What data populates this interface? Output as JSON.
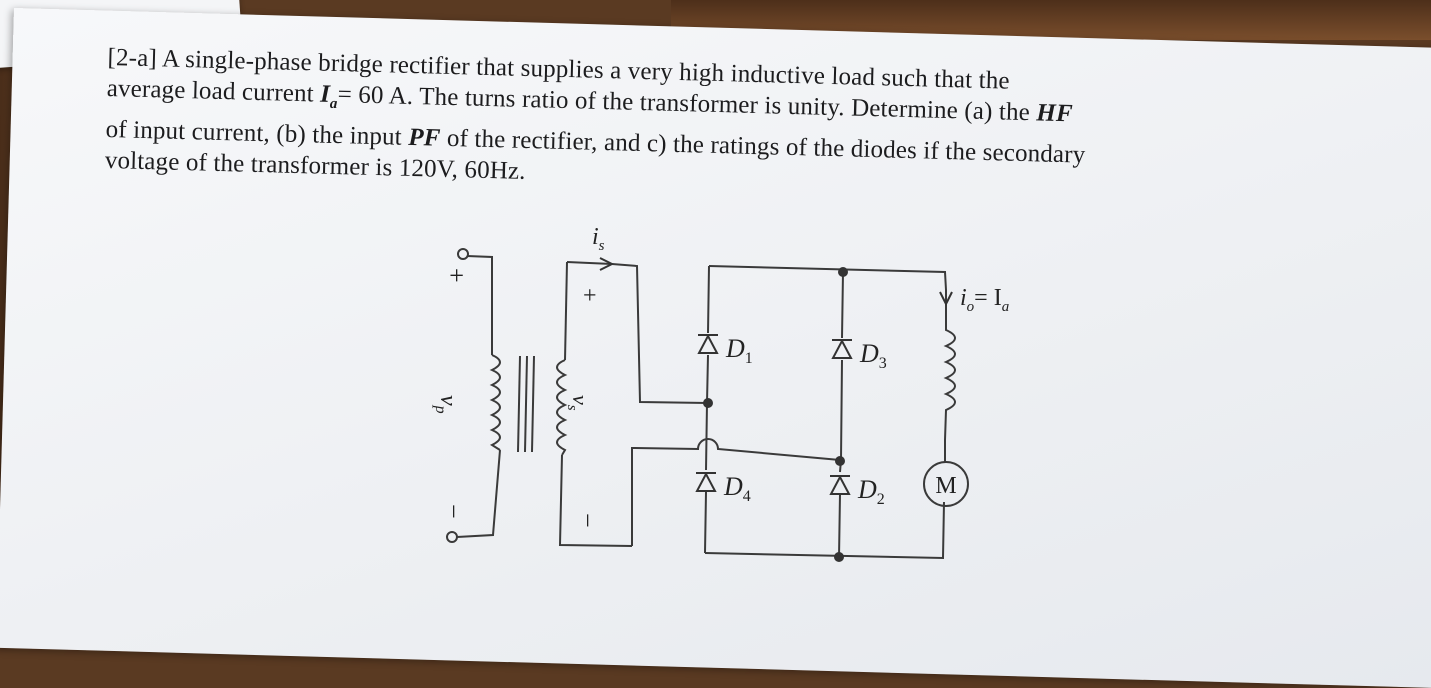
{
  "problem": {
    "lines": [
      "[2-a] A single-phase bridge rectifier that supplies a very high inductive load such that the",
      "average load current",
      "= 60 A. The turns ratio of the transformer is unity. Determine (a) the",
      "of input current, (b) the input",
      "of the rectifier, and c) the ratings of the diodes if the secondary",
      "voltage of the transformer is 120V, 60Hz."
    ],
    "current_symbol": "I",
    "current_subscript": "a",
    "hf_symbol": "HF",
    "pf_symbol": "PF"
  },
  "circuit": {
    "primary_voltage": "v",
    "primary_voltage_sub": "p",
    "secondary_voltage": "v",
    "secondary_voltage_sub": "s",
    "plus": "+",
    "minus": "−",
    "secondary_current": "i",
    "secondary_current_sub": "s",
    "load_current": "i",
    "load_current_sub": "o",
    "load_current_rhs": "= I",
    "load_current_rhs_sub": "a",
    "motor": "M",
    "diodes": [
      {
        "name": "D",
        "sub": "1"
      },
      {
        "name": "D",
        "sub": "3"
      },
      {
        "name": "D",
        "sub": "4"
      },
      {
        "name": "D",
        "sub": "2"
      }
    ]
  }
}
